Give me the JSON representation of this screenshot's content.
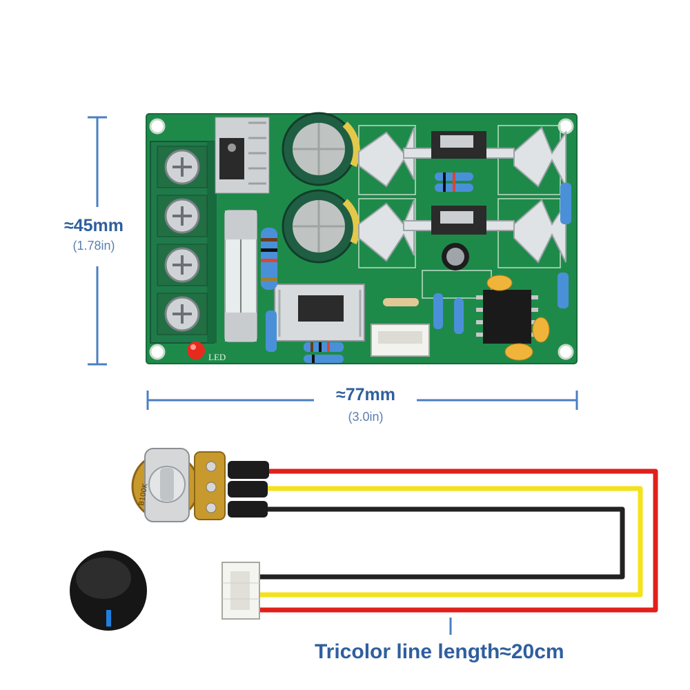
{
  "dimensions": {
    "height": {
      "main": "≈45mm",
      "sub": "(1.78in)"
    },
    "width": {
      "main": "≈77mm",
      "sub": "(3.0in)"
    }
  },
  "board": {
    "led_label": "LED",
    "pot_marking": "B100K"
  },
  "cable": {
    "caption": "Tricolor line length≈20cm"
  },
  "colors": {
    "accent": "#2f5f9e",
    "dimension_line": "#4a7fc1",
    "pcb": "#1e8a4a",
    "wire_red": "#e0201c",
    "wire_yellow": "#f4e21a",
    "wire_black": "#222222"
  }
}
